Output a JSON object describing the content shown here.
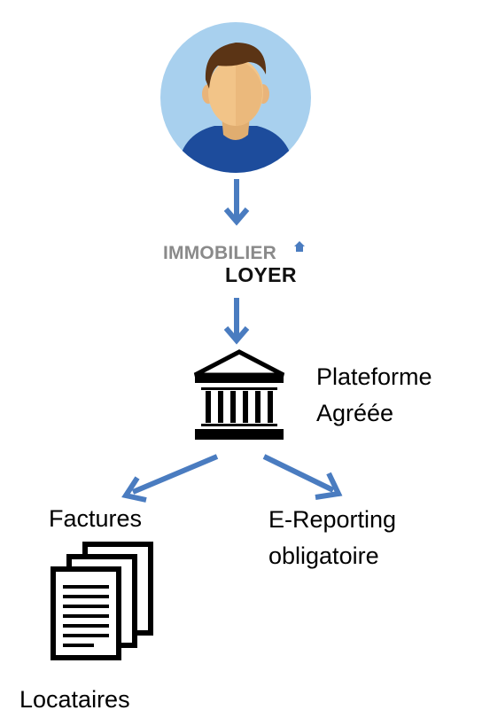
{
  "logo": {
    "line1": "IMMOBILIER",
    "line2": "LOYER"
  },
  "platform": {
    "line1": "Plateforme",
    "line2": "Agréée"
  },
  "labels": {
    "invoices": "Factures",
    "ereporting_line1": "E-Reporting",
    "ereporting_line2": "obligatoire",
    "tenants": "Locataires"
  },
  "icons": {
    "user": "user-avatar-icon",
    "institution": "bank-building-icon",
    "documents": "documents-stack-icon"
  },
  "colors": {
    "arrow": "#4a7cc0",
    "avatar_bg": "#a8d0ee",
    "skin": "#f2c488",
    "hair": "#5b3415",
    "shirt": "#1d4c9c"
  }
}
